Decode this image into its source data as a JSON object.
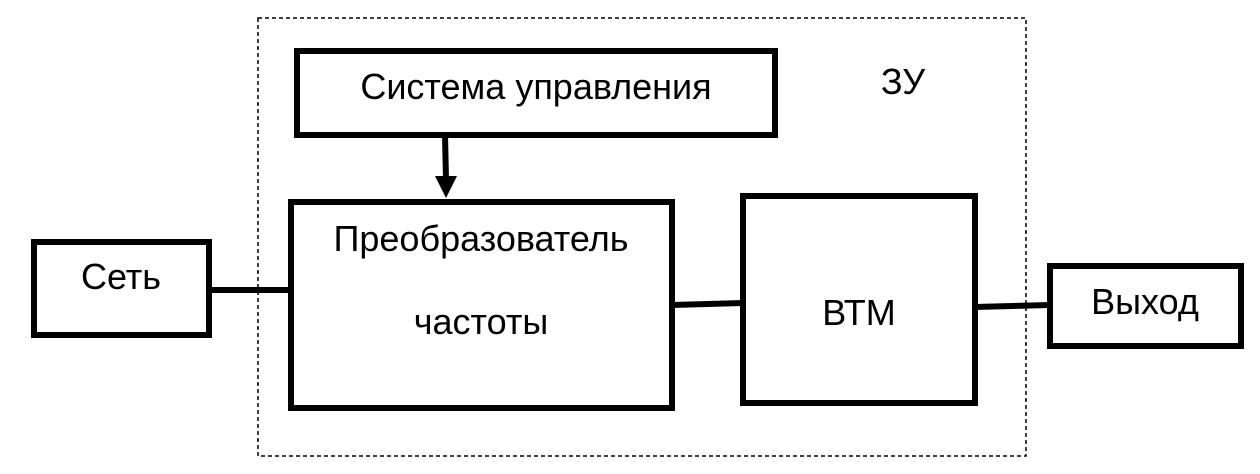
{
  "frame": {
    "label": "ЗУ"
  },
  "blocks": {
    "network": {
      "label": "Сеть"
    },
    "control_system": {
      "label": "Система управления"
    },
    "converter": {
      "line1": "Преобразователь",
      "line2": "частоты"
    },
    "vtm": {
      "label": "ВТМ"
    },
    "output": {
      "label": "Выход"
    }
  },
  "colors": {
    "stroke": "#000000",
    "background": "#ffffff"
  }
}
